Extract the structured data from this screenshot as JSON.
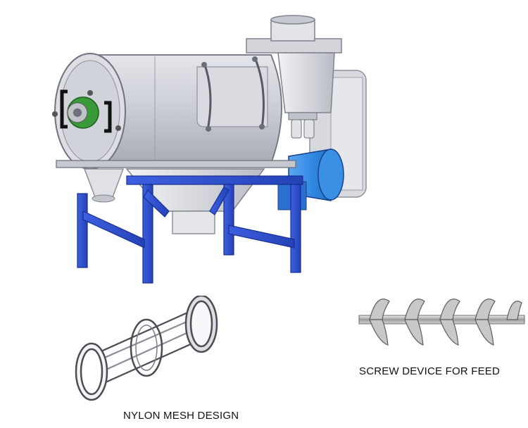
{
  "captions": {
    "screw": "SCREW DEVICE FOR FEED",
    "mesh": "NYLON MESH DESIGN"
  },
  "illustrations": {
    "machine": "horizontal-airflow-sifter-illustration",
    "mesh": "nylon-mesh-cage-illustration",
    "screw": "screw-feeder-illustration"
  },
  "colors": {
    "body": "#c9ccd4",
    "body_shadow": "#9da1aa",
    "frame_blue": "#2f4fd0",
    "motor_blue": "#2f86e0",
    "hub_green": "#3a9a3a"
  }
}
